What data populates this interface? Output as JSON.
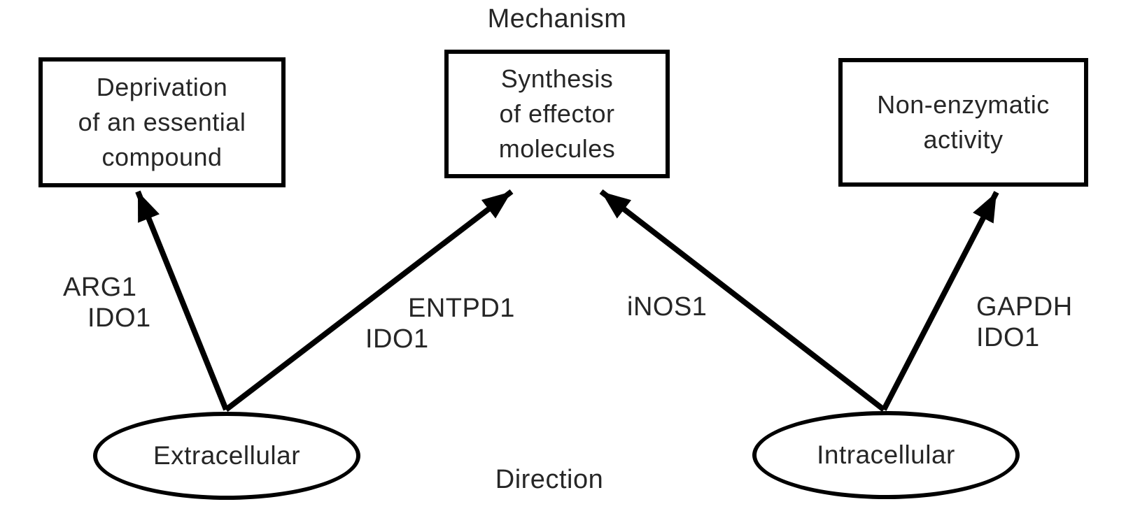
{
  "colors": {
    "ink": "#262626",
    "line": "#000000",
    "background": "#ffffff"
  },
  "diagram": {
    "title": "Mechanism",
    "footer": "Direction"
  },
  "mechanism_nodes": [
    {
      "id": "deprivation",
      "shape": "rectangle",
      "lines": [
        "Deprivation",
        "of an essential",
        "compound"
      ]
    },
    {
      "id": "synthesis",
      "shape": "rectangle",
      "lines": [
        "Synthesis",
        "of effector",
        "molecules"
      ]
    },
    {
      "id": "non-enzymatic",
      "shape": "rectangle",
      "lines": [
        "Non-enzymatic",
        "activity"
      ]
    }
  ],
  "direction_nodes": [
    {
      "id": "extracellular",
      "shape": "ellipse",
      "label": "Extracellular"
    },
    {
      "id": "intracellular",
      "shape": "ellipse",
      "label": "Intracellular"
    }
  ],
  "edges": [
    {
      "from": "Extracellular",
      "to": "Deprivation of an essential compound",
      "label_lines": [
        "ARG1",
        "IDO1"
      ]
    },
    {
      "from": "Extracellular",
      "to": "Synthesis of effector molecules",
      "label_lines": [
        "ENTPD1",
        "IDO1"
      ]
    },
    {
      "from": "Intracellular",
      "to": "Synthesis of effector molecules",
      "label_lines": [
        "iNOS1"
      ]
    },
    {
      "from": "Intracellular",
      "to": "Non-enzymatic activity",
      "label_lines": [
        "GAPDH",
        "IDO1"
      ]
    }
  ]
}
